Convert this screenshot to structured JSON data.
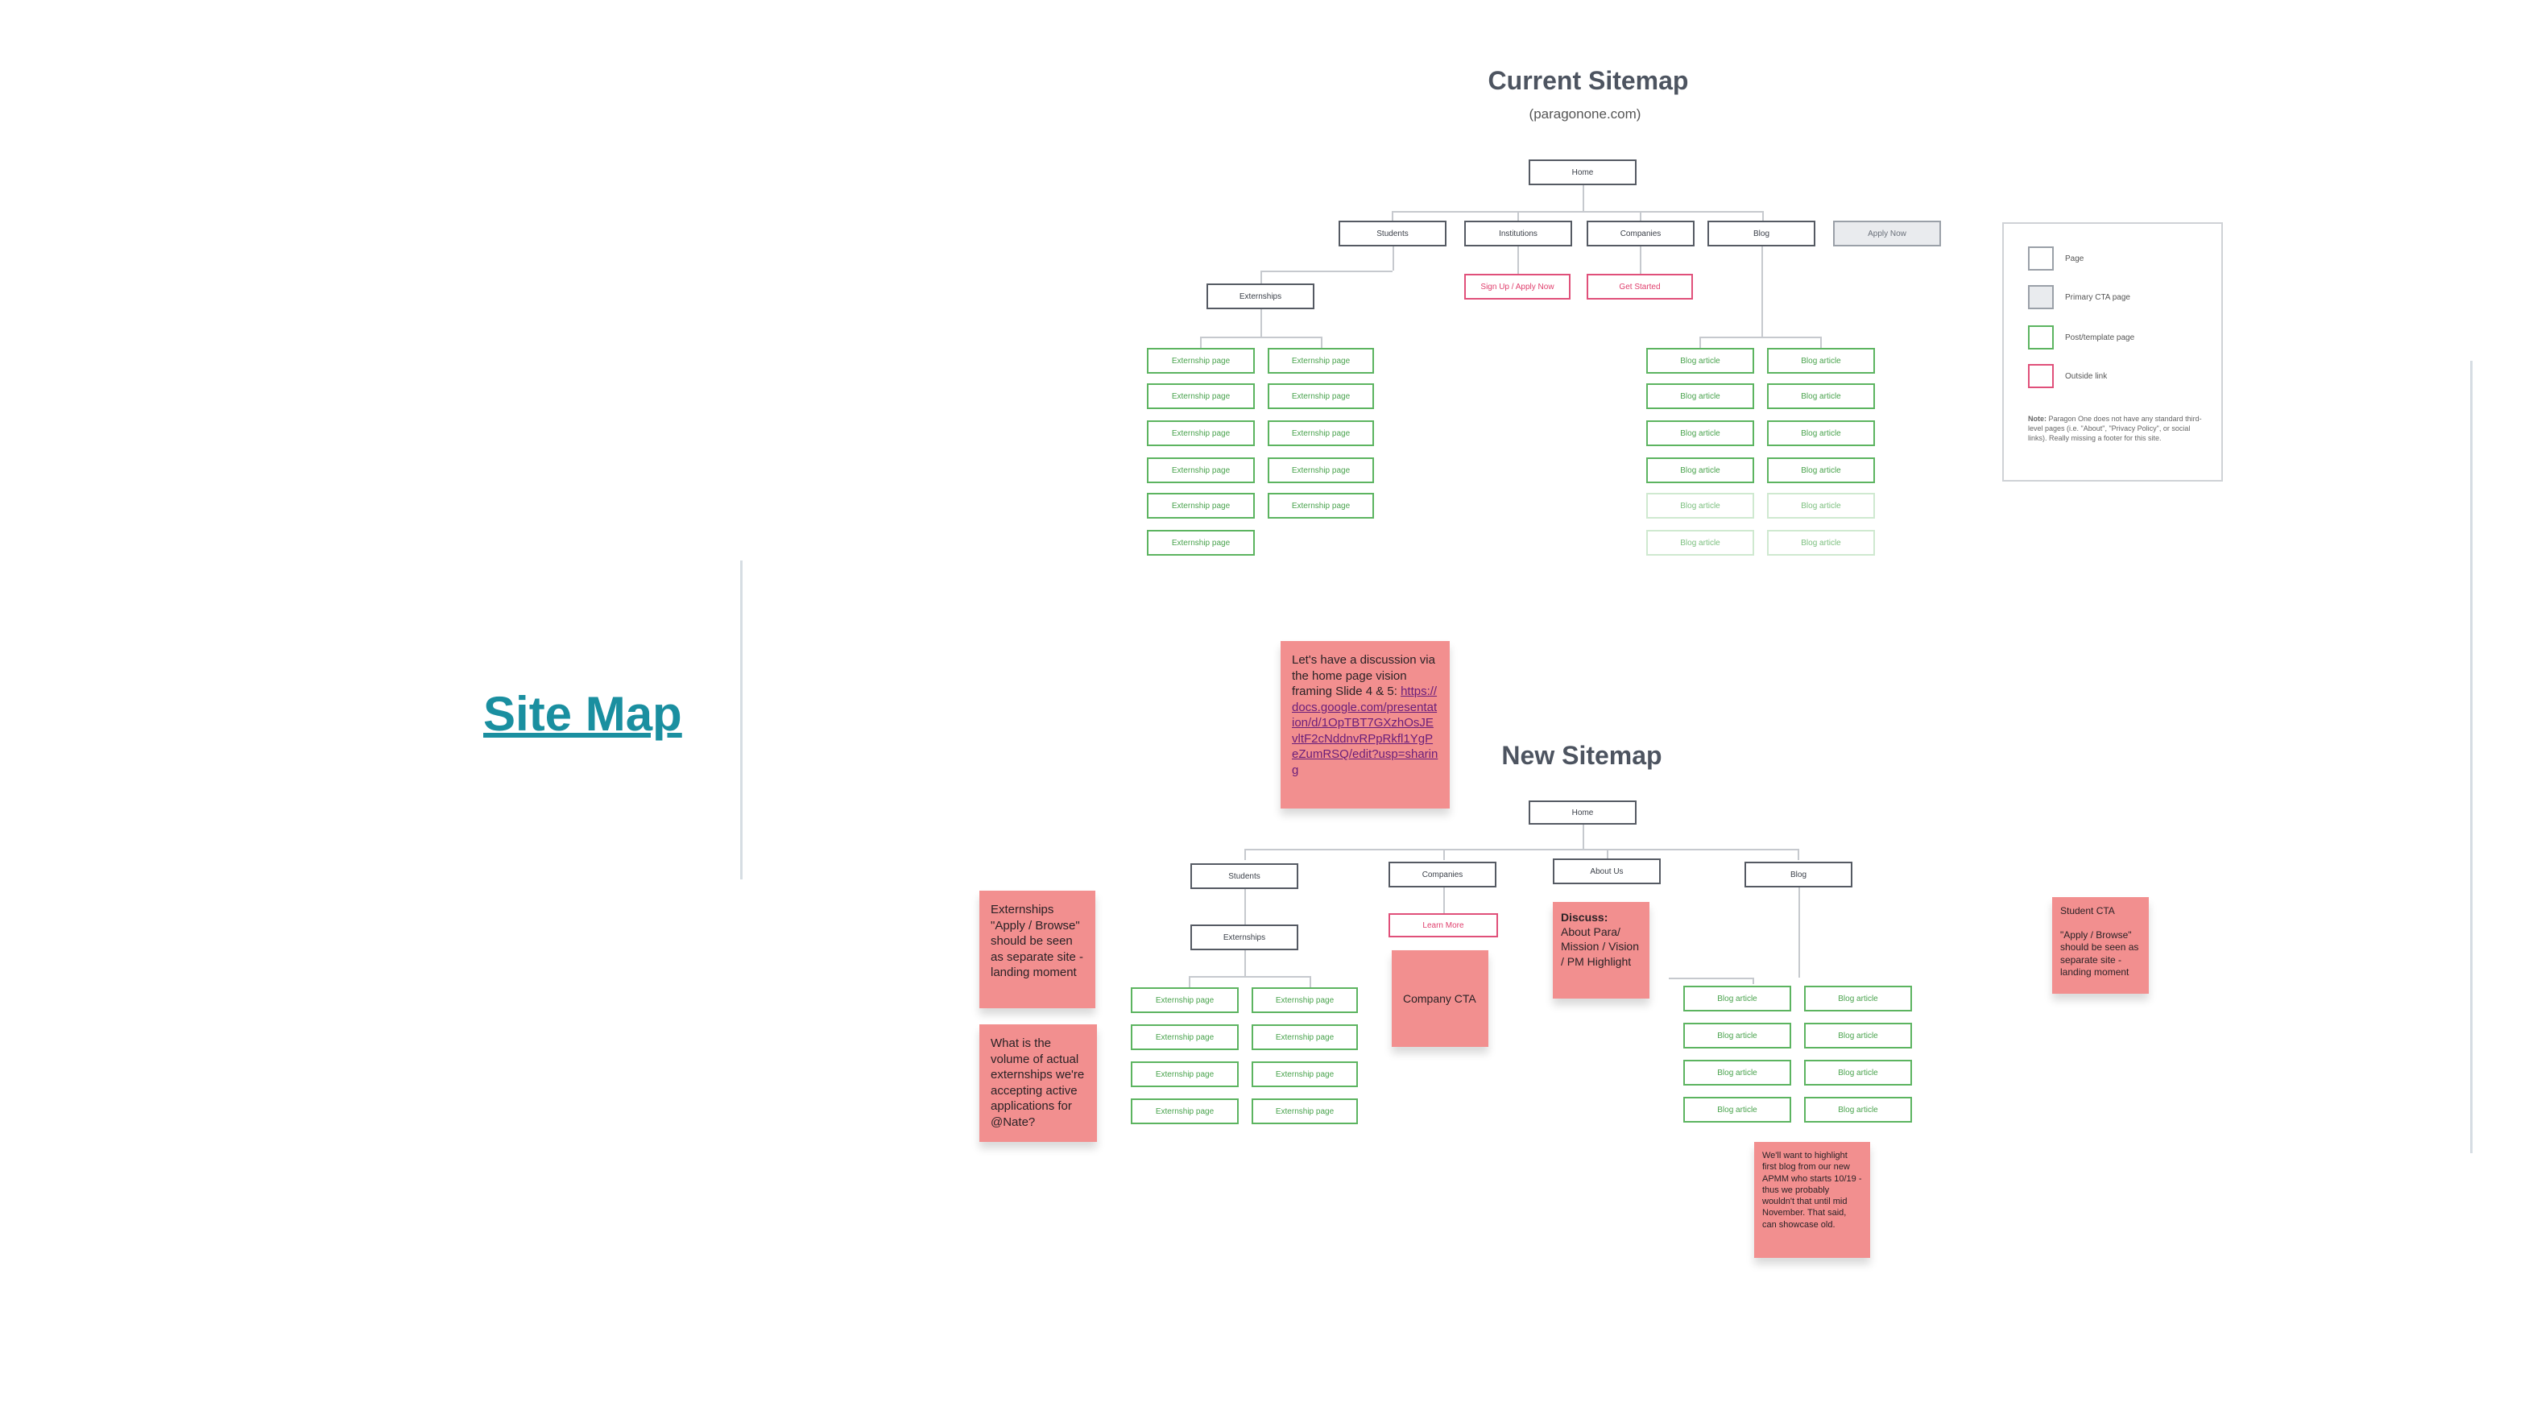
{
  "page_title": "Site Map",
  "current": {
    "title": "Current Sitemap",
    "subtitle": "(paragonone.com)",
    "home": "Home",
    "level1": [
      "Students",
      "Institutions",
      "Companies",
      "Blog",
      "Apply Now"
    ],
    "institutions_link": "Sign Up / Apply Now",
    "companies_link": "Get Started",
    "externships": "Externships",
    "externship_page": "Externship page",
    "blog_article": "Blog article"
  },
  "legend": {
    "items": [
      "Page",
      "Primary CTA page",
      "Post/template page",
      "Outside link"
    ],
    "note_label": "Note:",
    "note": "Paragon One does not have any standard third-level pages (i.e. \"About\", \"Privacy Policy\", or social links). Really missing a footer for this site."
  },
  "new": {
    "title": "New Sitemap",
    "home": "Home",
    "level1": [
      "Students",
      "Companies",
      "About Us",
      "Blog"
    ],
    "externships": "Externships",
    "companies_link": "Learn More",
    "externship_page": "Externship page",
    "blog_article": "Blog article"
  },
  "stickies": {
    "discussion_text": "Let's have a discussion via the home page vision framing Slide 4 & 5:",
    "discussion_link": "https://docs.google.com/presentation/d/1OpTBT7GXzhOsJEvltF2cNddnvRPpRkfl1YgPeZumRSQ/edit?usp=sharing",
    "externships_note": "Externships \"Apply / Browse\" should be seen as separate site - landing moment",
    "volume_note": "What is the volume of actual externships we're accepting active applications for @Nate?",
    "company_cta": "Company CTA",
    "discuss_label": "Discuss:",
    "discuss_text": "About Para/ Mission / Vision / PM Highlight",
    "student_cta_title": "Student CTA",
    "student_cta_text": "\"Apply / Browse\" should be seen as separate site - landing moment",
    "blog_note": "We'll want to highlight first blog from our new APMM who starts 10/19 - thus we probably wouldn't that until mid November. That said, can showcase old."
  },
  "colors": {
    "accent": "#1a8fa0",
    "sticky": "#f28f8f",
    "post": "#5cb460",
    "outside": "#e0507a"
  }
}
